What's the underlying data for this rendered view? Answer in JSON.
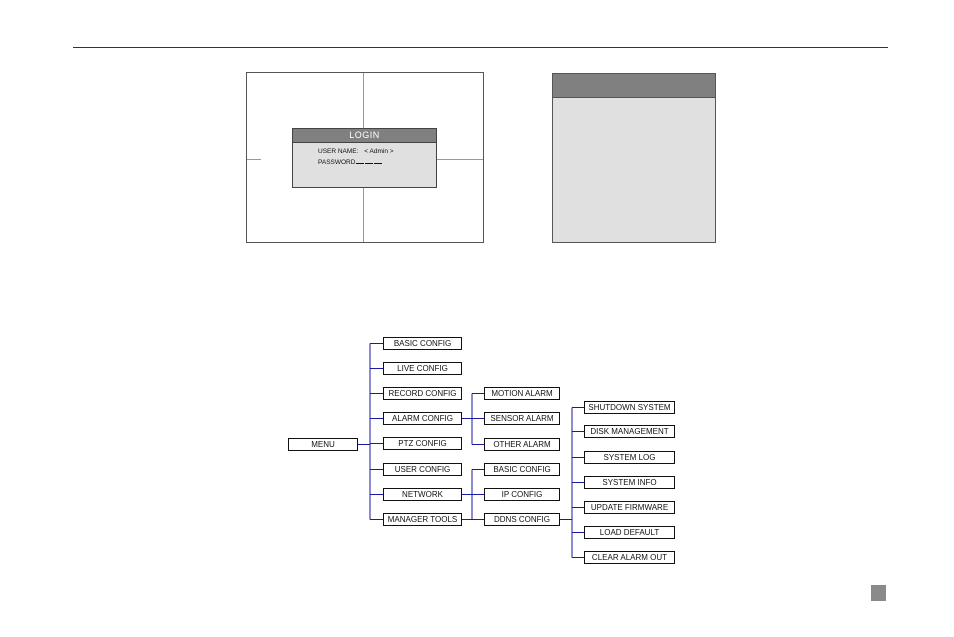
{
  "login": {
    "title": "LOGIN",
    "user_name_label": "USER NAME:",
    "user_name_value": "< Admin >",
    "password_label": "PASSWORD"
  },
  "tree": {
    "root": "MENU",
    "level1": [
      "BASIC CONFIG",
      "LIVE CONFIG",
      "RECORD CONFIG",
      "ALARM CONFIG",
      "PTZ CONFIG",
      "USER CONFIG",
      "NETWORK",
      "MANAGER TOOLS"
    ],
    "alarm_children": [
      "MOTION ALARM",
      "SENSOR ALARM",
      "OTHER ALARM"
    ],
    "network_children": [
      "BASIC CONFIG",
      "IP CONFIG",
      "DDNS CONFIG"
    ],
    "manager_tools_children": [
      "SHUTDOWN SYSTEM",
      "DISK MANAGEMENT",
      "SYSTEM LOG",
      "SYSTEM INFO",
      "UPDATE FIRMWARE",
      "LOAD DEFAULT",
      "CLEAR ALARM OUT"
    ]
  },
  "colors": {
    "connector": "#1a1aa0",
    "panel_header": "#808080",
    "panel_body": "#e0e0e0"
  }
}
